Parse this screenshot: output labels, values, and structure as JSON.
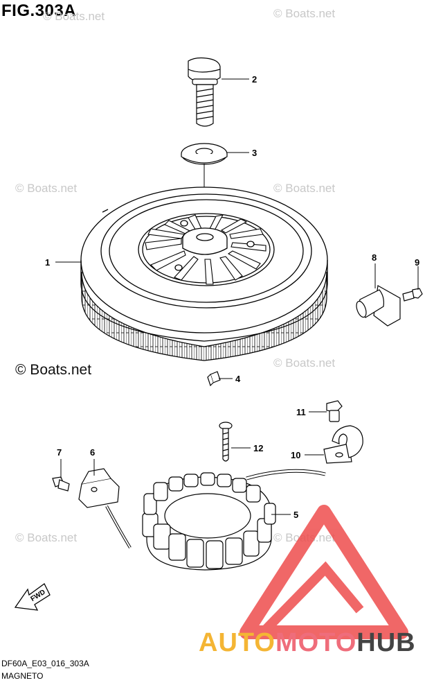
{
  "figure": {
    "title": "FIG.303A",
    "model_code": "DF60A_E03_016_303A",
    "section_name": "MAGNETO"
  },
  "watermarks": {
    "small": "© Boats.net",
    "large": "© Boats.net"
  },
  "callouts": [
    {
      "id": "1",
      "part": "flywheel"
    },
    {
      "id": "2",
      "part": "bolt"
    },
    {
      "id": "3",
      "part": "washer"
    },
    {
      "id": "4",
      "part": "key"
    },
    {
      "id": "5",
      "part": "stator"
    },
    {
      "id": "6",
      "part": "pulser-coil"
    },
    {
      "id": "7",
      "part": "screw"
    },
    {
      "id": "8",
      "part": "sensor"
    },
    {
      "id": "9",
      "part": "bolt"
    },
    {
      "id": "10",
      "part": "clamp"
    },
    {
      "id": "11",
      "part": "bolt"
    },
    {
      "id": "12",
      "part": "screw"
    }
  ],
  "fwd_label": "FWD",
  "brand": {
    "part1": "AUTO",
    "part2": "MOTO",
    "part3": "HUB",
    "colors": {
      "auto": "#f4b534",
      "moto": "#ef6d7b",
      "hub": "#444444",
      "logo": "#ee4d4d"
    }
  }
}
